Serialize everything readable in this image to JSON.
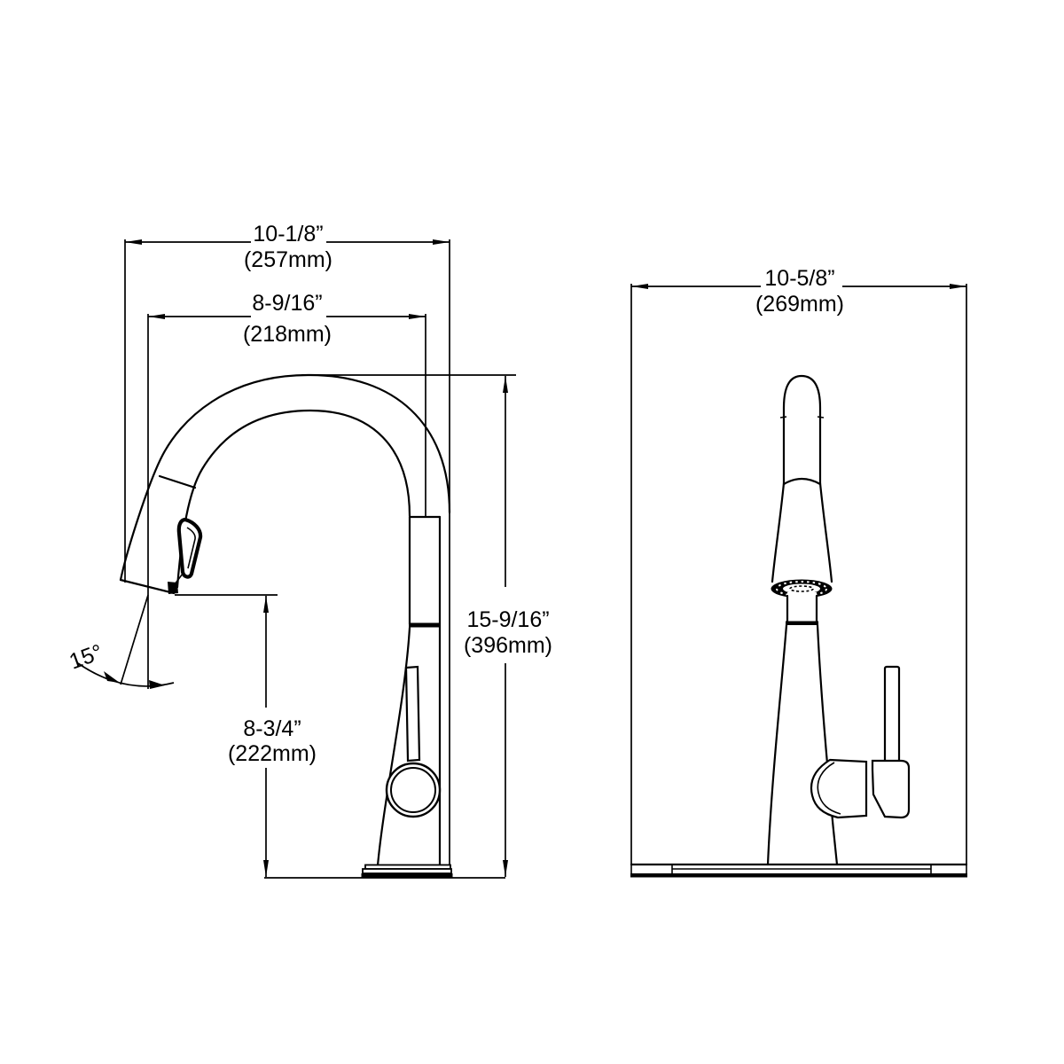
{
  "drawing": {
    "type": "faucet-specification-diagram",
    "line_color": "#000000",
    "background_color": "#ffffff",
    "side_view": {
      "dims": {
        "overall_reach_in": "10-1/8”",
        "overall_reach_mm": "(257mm)",
        "spout_reach_in": "8-9/16”",
        "spout_reach_mm": "(218mm)",
        "overall_height_in": "15-9/16”",
        "overall_height_mm": "(396mm)",
        "spout_height_in": "8-3/4”",
        "spout_height_mm": "(222mm)",
        "head_angle": "15°"
      }
    },
    "front_view": {
      "dims": {
        "deck_width_in": "10-5/8”",
        "deck_width_mm": "(269mm)"
      }
    }
  }
}
